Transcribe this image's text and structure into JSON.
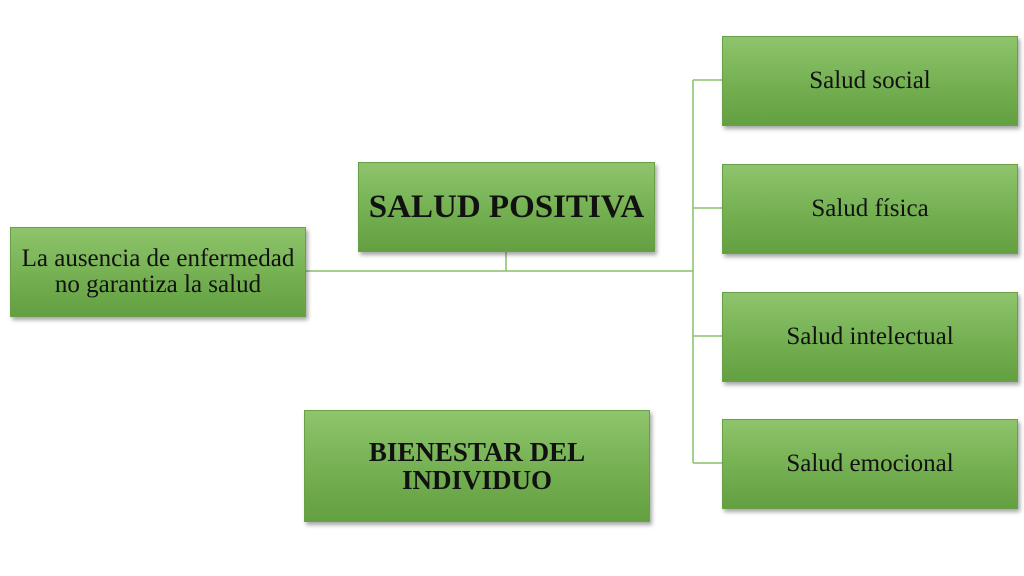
{
  "left_box": {
    "text": "La ausencia de enfermedad no garantiza la salud"
  },
  "center_box": {
    "text": "SALUD POSITIVA"
  },
  "bottom_box": {
    "text": "BIENESTAR DEL INDIVIDUO"
  },
  "right_boxes": [
    {
      "text": "Salud social"
    },
    {
      "text": "Salud física"
    },
    {
      "text": "Salud intelectual"
    },
    {
      "text": "Salud emocional"
    }
  ],
  "colors": {
    "box_fill": "#74b052",
    "connector": "#8cbf6a"
  }
}
